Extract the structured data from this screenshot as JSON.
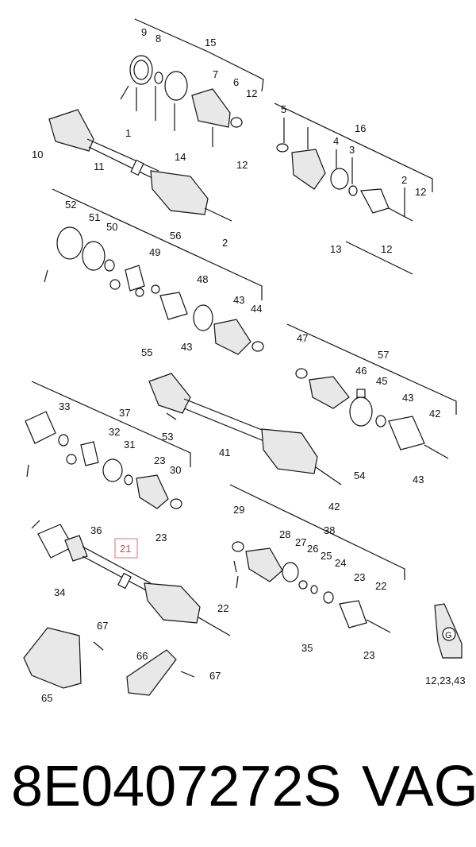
{
  "labels": [
    {
      "id": "c9",
      "text": "9"
    },
    {
      "id": "c8",
      "text": "8"
    },
    {
      "id": "c15",
      "text": "15"
    },
    {
      "id": "c7",
      "text": "7"
    },
    {
      "id": "c6",
      "text": "6"
    },
    {
      "id": "c12a",
      "text": "12"
    },
    {
      "id": "c1",
      "text": "1"
    },
    {
      "id": "c5",
      "text": "5"
    },
    {
      "id": "c16",
      "text": "16"
    },
    {
      "id": "c10",
      "text": "10"
    },
    {
      "id": "c11",
      "text": "11"
    },
    {
      "id": "c14",
      "text": "14"
    },
    {
      "id": "c12b",
      "text": "12"
    },
    {
      "id": "c4",
      "text": "4"
    },
    {
      "id": "c3",
      "text": "3"
    },
    {
      "id": "c2a",
      "text": "2"
    },
    {
      "id": "c12c",
      "text": "12"
    },
    {
      "id": "c52",
      "text": "52"
    },
    {
      "id": "c51",
      "text": "51"
    },
    {
      "id": "c50",
      "text": "50"
    },
    {
      "id": "c56",
      "text": "56"
    },
    {
      "id": "c2b",
      "text": "2"
    },
    {
      "id": "c13",
      "text": "13"
    },
    {
      "id": "c12d",
      "text": "12"
    },
    {
      "id": "c49",
      "text": "49"
    },
    {
      "id": "c48",
      "text": "48"
    },
    {
      "id": "c43a",
      "text": "43"
    },
    {
      "id": "c44",
      "text": "44"
    },
    {
      "id": "c55",
      "text": "55"
    },
    {
      "id": "c43b",
      "text": "43"
    },
    {
      "id": "c47",
      "text": "47"
    },
    {
      "id": "c57",
      "text": "57"
    },
    {
      "id": "c46",
      "text": "46"
    },
    {
      "id": "c45",
      "text": "45"
    },
    {
      "id": "c43c",
      "text": "43"
    },
    {
      "id": "c42a",
      "text": "42"
    },
    {
      "id": "c33",
      "text": "33"
    },
    {
      "id": "c37",
      "text": "37"
    },
    {
      "id": "c32",
      "text": "32"
    },
    {
      "id": "c31",
      "text": "31"
    },
    {
      "id": "c53",
      "text": "53"
    },
    {
      "id": "c41",
      "text": "41"
    },
    {
      "id": "c23a",
      "text": "23"
    },
    {
      "id": "c30",
      "text": "30"
    },
    {
      "id": "c54",
      "text": "54"
    },
    {
      "id": "c43d",
      "text": "43"
    },
    {
      "id": "c42b",
      "text": "42"
    },
    {
      "id": "c36",
      "text": "36"
    },
    {
      "id": "c23b",
      "text": "23"
    },
    {
      "id": "c29",
      "text": "29"
    },
    {
      "id": "c38",
      "text": "38"
    },
    {
      "id": "c28",
      "text": "28"
    },
    {
      "id": "c27",
      "text": "27"
    },
    {
      "id": "c26",
      "text": "26"
    },
    {
      "id": "c25",
      "text": "25"
    },
    {
      "id": "c24",
      "text": "24"
    },
    {
      "id": "c21",
      "text": "21"
    },
    {
      "id": "c23c",
      "text": "23"
    },
    {
      "id": "c34",
      "text": "34"
    },
    {
      "id": "c22a",
      "text": "22"
    },
    {
      "id": "c22b",
      "text": "22"
    },
    {
      "id": "c35",
      "text": "35"
    },
    {
      "id": "c23d",
      "text": "23"
    },
    {
      "id": "c67a",
      "text": "67"
    },
    {
      "id": "c66",
      "text": "66"
    },
    {
      "id": "c67b",
      "text": "67"
    },
    {
      "id": "c65",
      "text": "65"
    },
    {
      "id": "c122343",
      "text": "12,23,43"
    }
  ],
  "icon_text": "G",
  "caption": {
    "part_number": "8E0407272S",
    "brand": "VAG"
  },
  "colors": {
    "highlight": "#e9a0a6",
    "ink": "#111111"
  }
}
